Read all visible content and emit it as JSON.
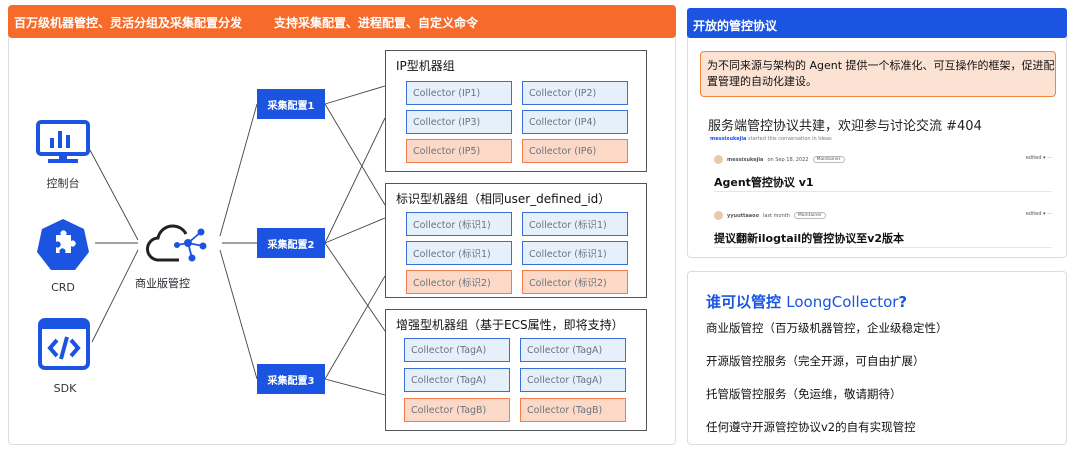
{
  "left": {
    "header_left": "百万级机器管控、灵活分组及采集配置分发",
    "header_right": "支持采集配置、进程配置、自定义命令",
    "sources": [
      {
        "label": "控制台",
        "icon": "monitor-chart-icon"
      },
      {
        "label": "CRD",
        "icon": "kubernetes-puzzle-icon"
      },
      {
        "label": "SDK",
        "icon": "code-icon"
      }
    ],
    "hub_label": "商业版管控",
    "hub_icon": "cloud-network-icon",
    "configs": [
      "采集配置1",
      "采集配置2",
      "采集配置3"
    ],
    "groups": [
      {
        "title": "IP型机器组",
        "collectors": [
          "Collector (IP1)",
          "Collector (IP2)",
          "Collector (IP3)",
          "Collector (IP4)",
          "Collector (IP5)",
          "Collector (IP6)"
        ]
      },
      {
        "title": "标识型机器组（相同user_defined_id）",
        "collectors": [
          "Collector (标识1)",
          "Collector (标识1)",
          "Collector (标识1)",
          "Collector (标识1)",
          "Collector (标识2)",
          "Collector (标识2)"
        ]
      },
      {
        "title": "增强型机器组（基于ECS属性，即将支持）",
        "collectors": [
          "Collector (TagA)",
          "Collector (TagA)",
          "Collector (TagA)",
          "Collector (TagA)",
          "Collector (TagB)",
          "Collector (TagB)"
        ]
      }
    ]
  },
  "right_top": {
    "header": "开放的管控协议",
    "description": "为不同来源与架构的 Agent 提供一个标准化、可互操作的框架，促进配置管理的自动化建设。",
    "thread_title": "服务端管控协议共建，欢迎参与讨论交流 #404",
    "thread_sub_user": "messixukejia",
    "thread_sub_text": "started this conversation in Ideas",
    "posts": [
      {
        "user": "messixukejia",
        "time": "on Sep 18, 2022",
        "badge": "Maintainer",
        "edit": "edited ▾   ···",
        "title": "Agent管控协议 v1"
      },
      {
        "user": "yyuuttaaoo",
        "time": "last month",
        "badge": "Maintainer",
        "edit": "edited ▾   ···",
        "title": "提议翻新ilogtail的管控协议至v2版本"
      }
    ]
  },
  "right_bottom": {
    "title_prefix": "谁可以管控",
    "title_product": "LoongCollector",
    "title_suffix": "?",
    "items": [
      "商业版管控（百万级机器管控，企业级稳定性）",
      "开源版管控服务（完全开源，可自由扩展）",
      "托管版管控服务（免运维，敬请期待）",
      "任何遵守开源管控协议v2的自有实现管控"
    ]
  },
  "colors": {
    "orange": "#f66b2a",
    "blue": "#1a54e0",
    "collector_fill": "#e6f0fb",
    "collector_alt_fill": "#fbd9c6"
  }
}
